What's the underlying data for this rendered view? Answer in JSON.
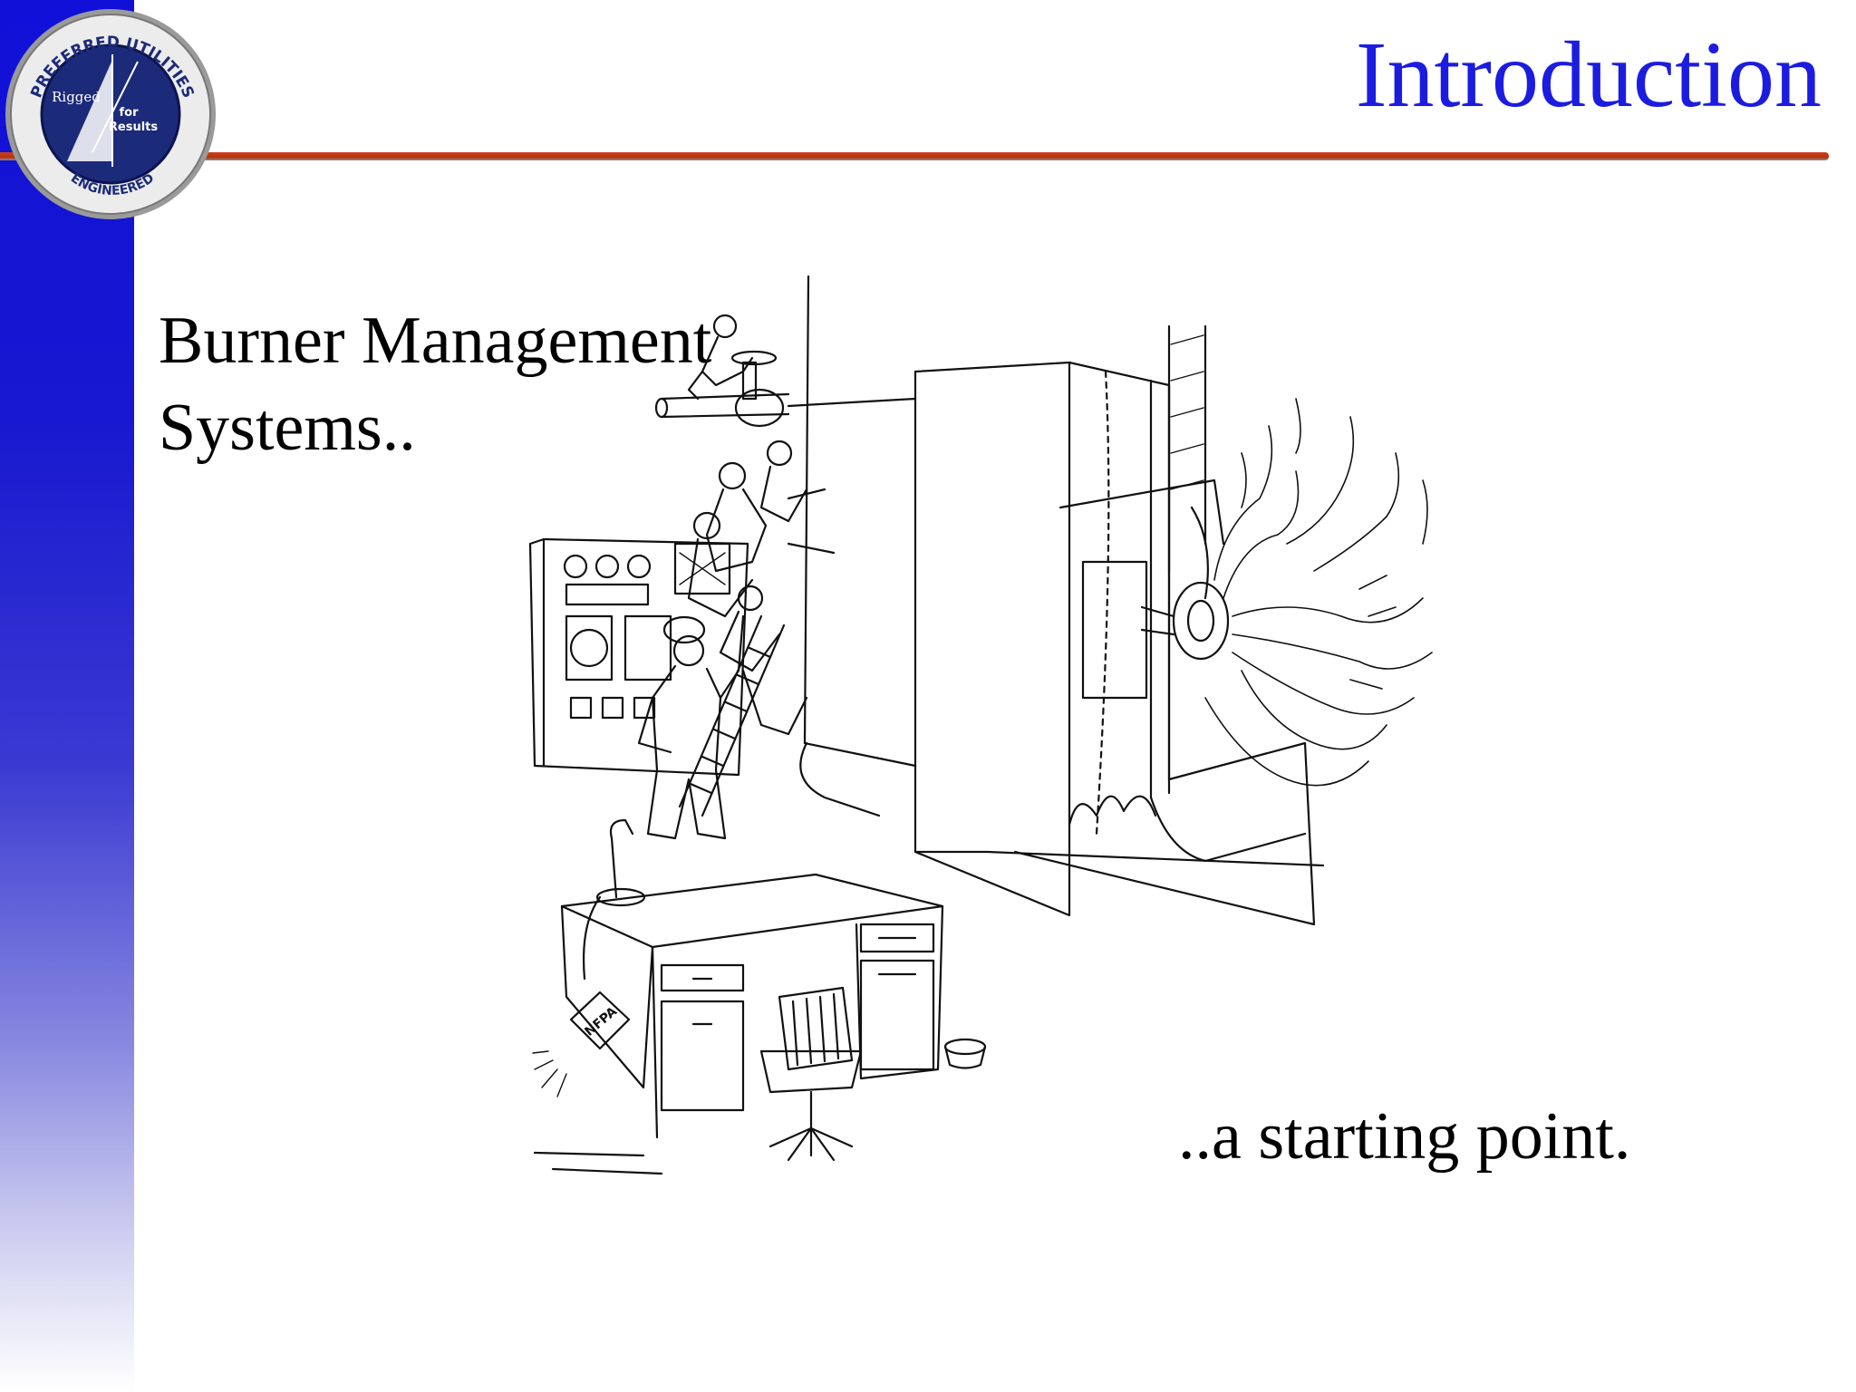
{
  "slide": {
    "title": "Introduction",
    "heading_lines": [
      "Burner Management",
      "Systems.."
    ],
    "caption": "..a starting point."
  },
  "logo": {
    "top_text": "PREFERRED UTILITIES",
    "bottom_text": "ENGINEERED",
    "center_line1": "Rigged",
    "center_line2": "for",
    "center_line3": "Results"
  },
  "illustration": {
    "sign_text": "NFPA"
  },
  "colors": {
    "title": "#1c1ce0",
    "sidebar": "#1414d4",
    "rule": "#c0381a",
    "logo_ring": "#1c2a7a"
  }
}
